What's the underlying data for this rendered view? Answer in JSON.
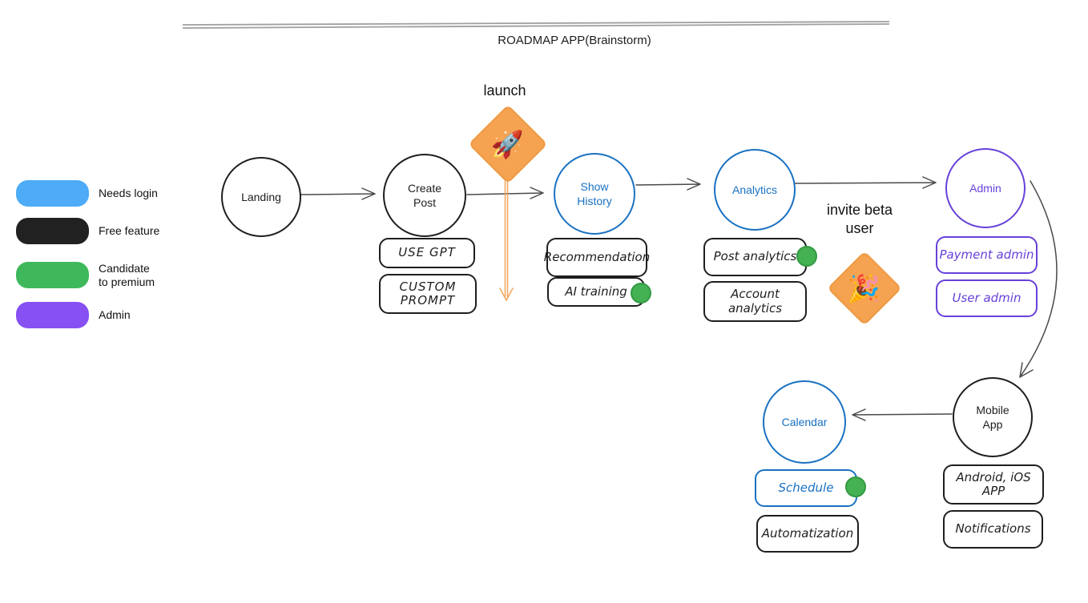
{
  "title": "ROADMAP APP(Brainstorm)",
  "palette": {
    "blue_stroke": "#1971c2",
    "purple_stroke": "#6741d9",
    "black_stroke": "#1e1e1e",
    "legend_blue": "#4dabf7",
    "legend_black": "#212121",
    "legend_green": "#3eb85a",
    "legend_purple": "#8650f2",
    "premium_dot_green": "#44b152",
    "milestone_orange": "#f6a351",
    "arrow_gray": "#4a4a4a"
  },
  "legend": {
    "items": [
      {
        "label": "Needs login",
        "color": "#4dabf7"
      },
      {
        "label": "Free feature",
        "color": "#212121"
      },
      {
        "label": "Candidate\nto premium",
        "color": "#3eb85a"
      },
      {
        "label": "Admin",
        "color": "#8650f2"
      }
    ]
  },
  "milestones": {
    "launch": {
      "label": "launch",
      "emoji": "🚀",
      "icon_name": "rocket-emoji"
    },
    "invite": {
      "label": "invite beta\nuser",
      "emoji": "🎉",
      "icon_name": "party-popper-emoji"
    }
  },
  "nodes": {
    "landing": {
      "label": "Landing"
    },
    "create_post": {
      "label": "Create\nPost"
    },
    "show_history": {
      "label": "Show\nHistory"
    },
    "analytics": {
      "label": "Analytics"
    },
    "admin": {
      "label": "Admin"
    },
    "mobile_app": {
      "label": "Mobile\nApp"
    },
    "calendar": {
      "label": "Calendar"
    }
  },
  "features": {
    "use_gpt": "USE GPT",
    "custom_prompt": "CUSTOM\nPROMPT",
    "recommendation": "Recommendation",
    "ai_training": "AI training",
    "post_analytics": "Post analytics",
    "account_analytics": "Account\nanalytics",
    "payment_admin": "Payment admin",
    "user_admin": "User admin",
    "schedule": "Schedule",
    "automatization": "Automatization",
    "android_ios": "Android, iOS\nAPP",
    "notifications": "Notifications"
  }
}
